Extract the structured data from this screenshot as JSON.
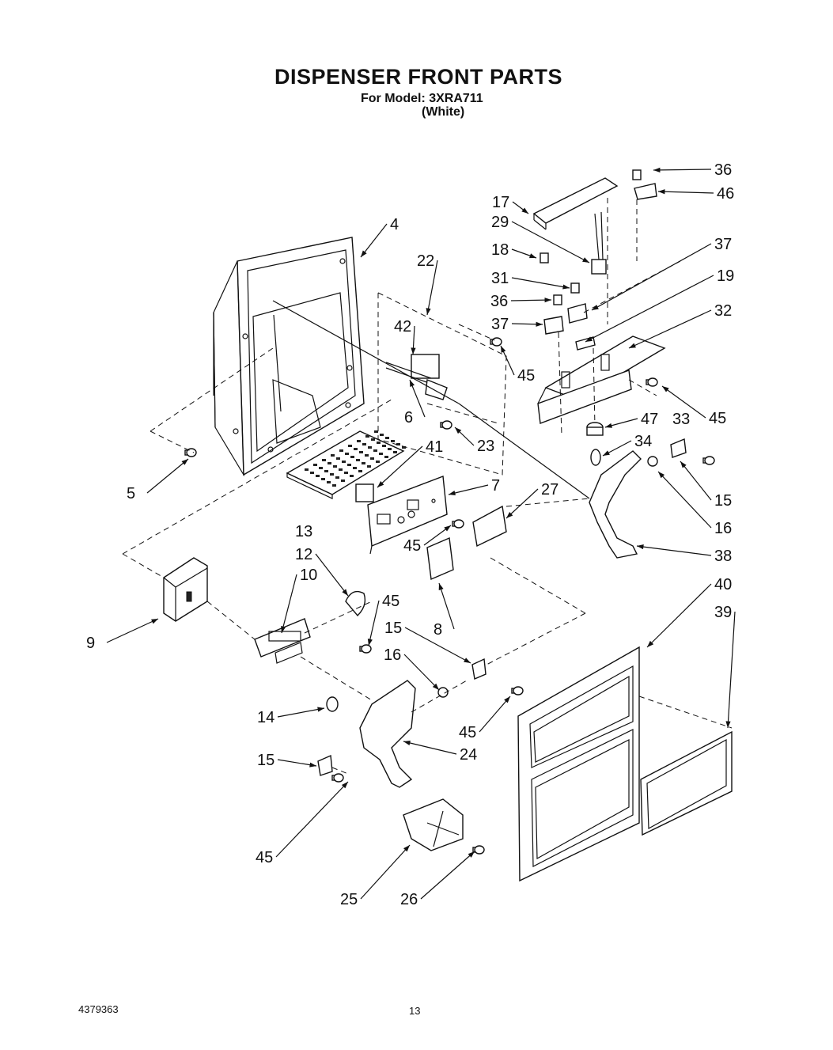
{
  "header": {
    "title": "DISPENSER FRONT PARTS",
    "model_line": "For Model: 3XRA711",
    "color_line": "(White)"
  },
  "footer": {
    "doc_number": "4379363",
    "page_number": "13"
  },
  "callouts": [
    "36",
    "46",
    "17",
    "29",
    "4",
    "22",
    "18",
    "37",
    "31",
    "19",
    "36",
    "37",
    "42",
    "32",
    "45",
    "6",
    "45",
    "47",
    "33",
    "23",
    "41",
    "34",
    "7",
    "15",
    "27",
    "5",
    "16",
    "13",
    "45",
    "38",
    "12",
    "40",
    "10",
    "45",
    "39",
    "9",
    "15",
    "8",
    "16",
    "14",
    "45",
    "24",
    "15",
    "45",
    "25",
    "26"
  ]
}
